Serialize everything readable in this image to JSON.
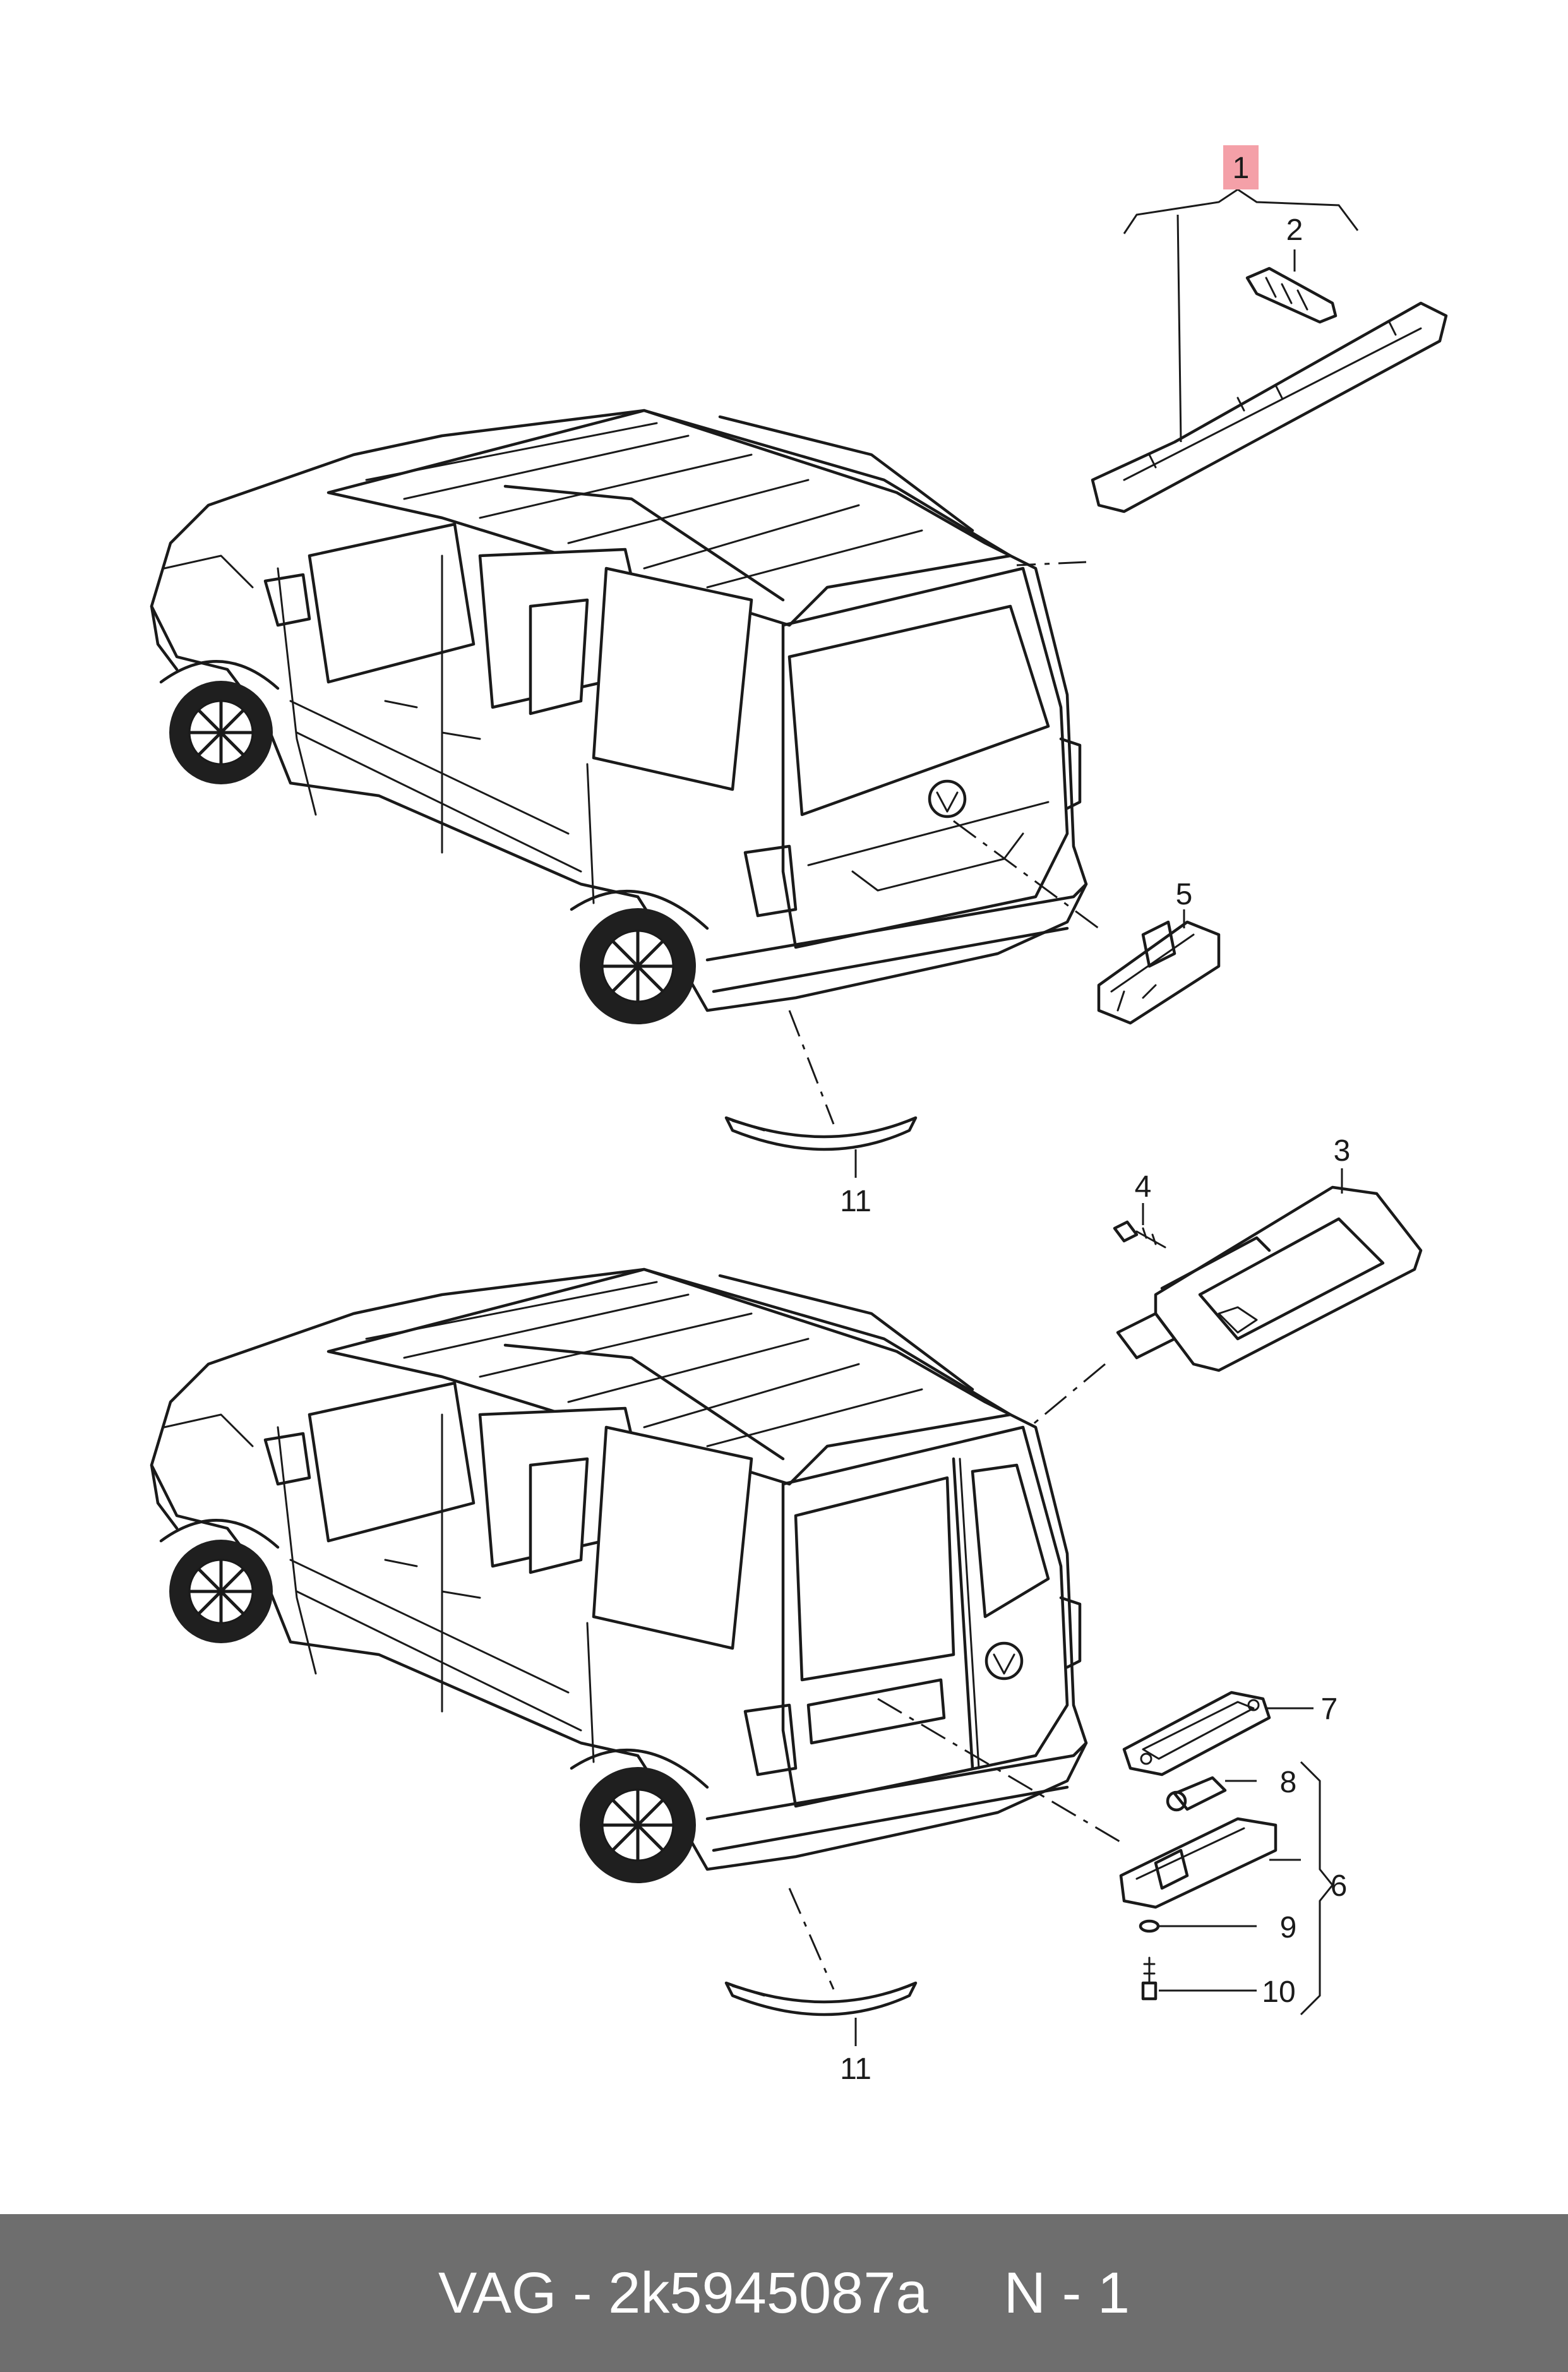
{
  "callouts": {
    "c1": "1",
    "c2": "2",
    "c3": "3",
    "c4": "4",
    "c5": "5",
    "c6": "6",
    "c7": "7",
    "c8": "8",
    "c9": "9",
    "c10": "10",
    "c11_top": "11",
    "c11_bottom": "11"
  },
  "highlight_color": "#f4a0a8",
  "footer": {
    "part_text": "VAG - 2k5945087a",
    "page_text": "N - 1"
  }
}
